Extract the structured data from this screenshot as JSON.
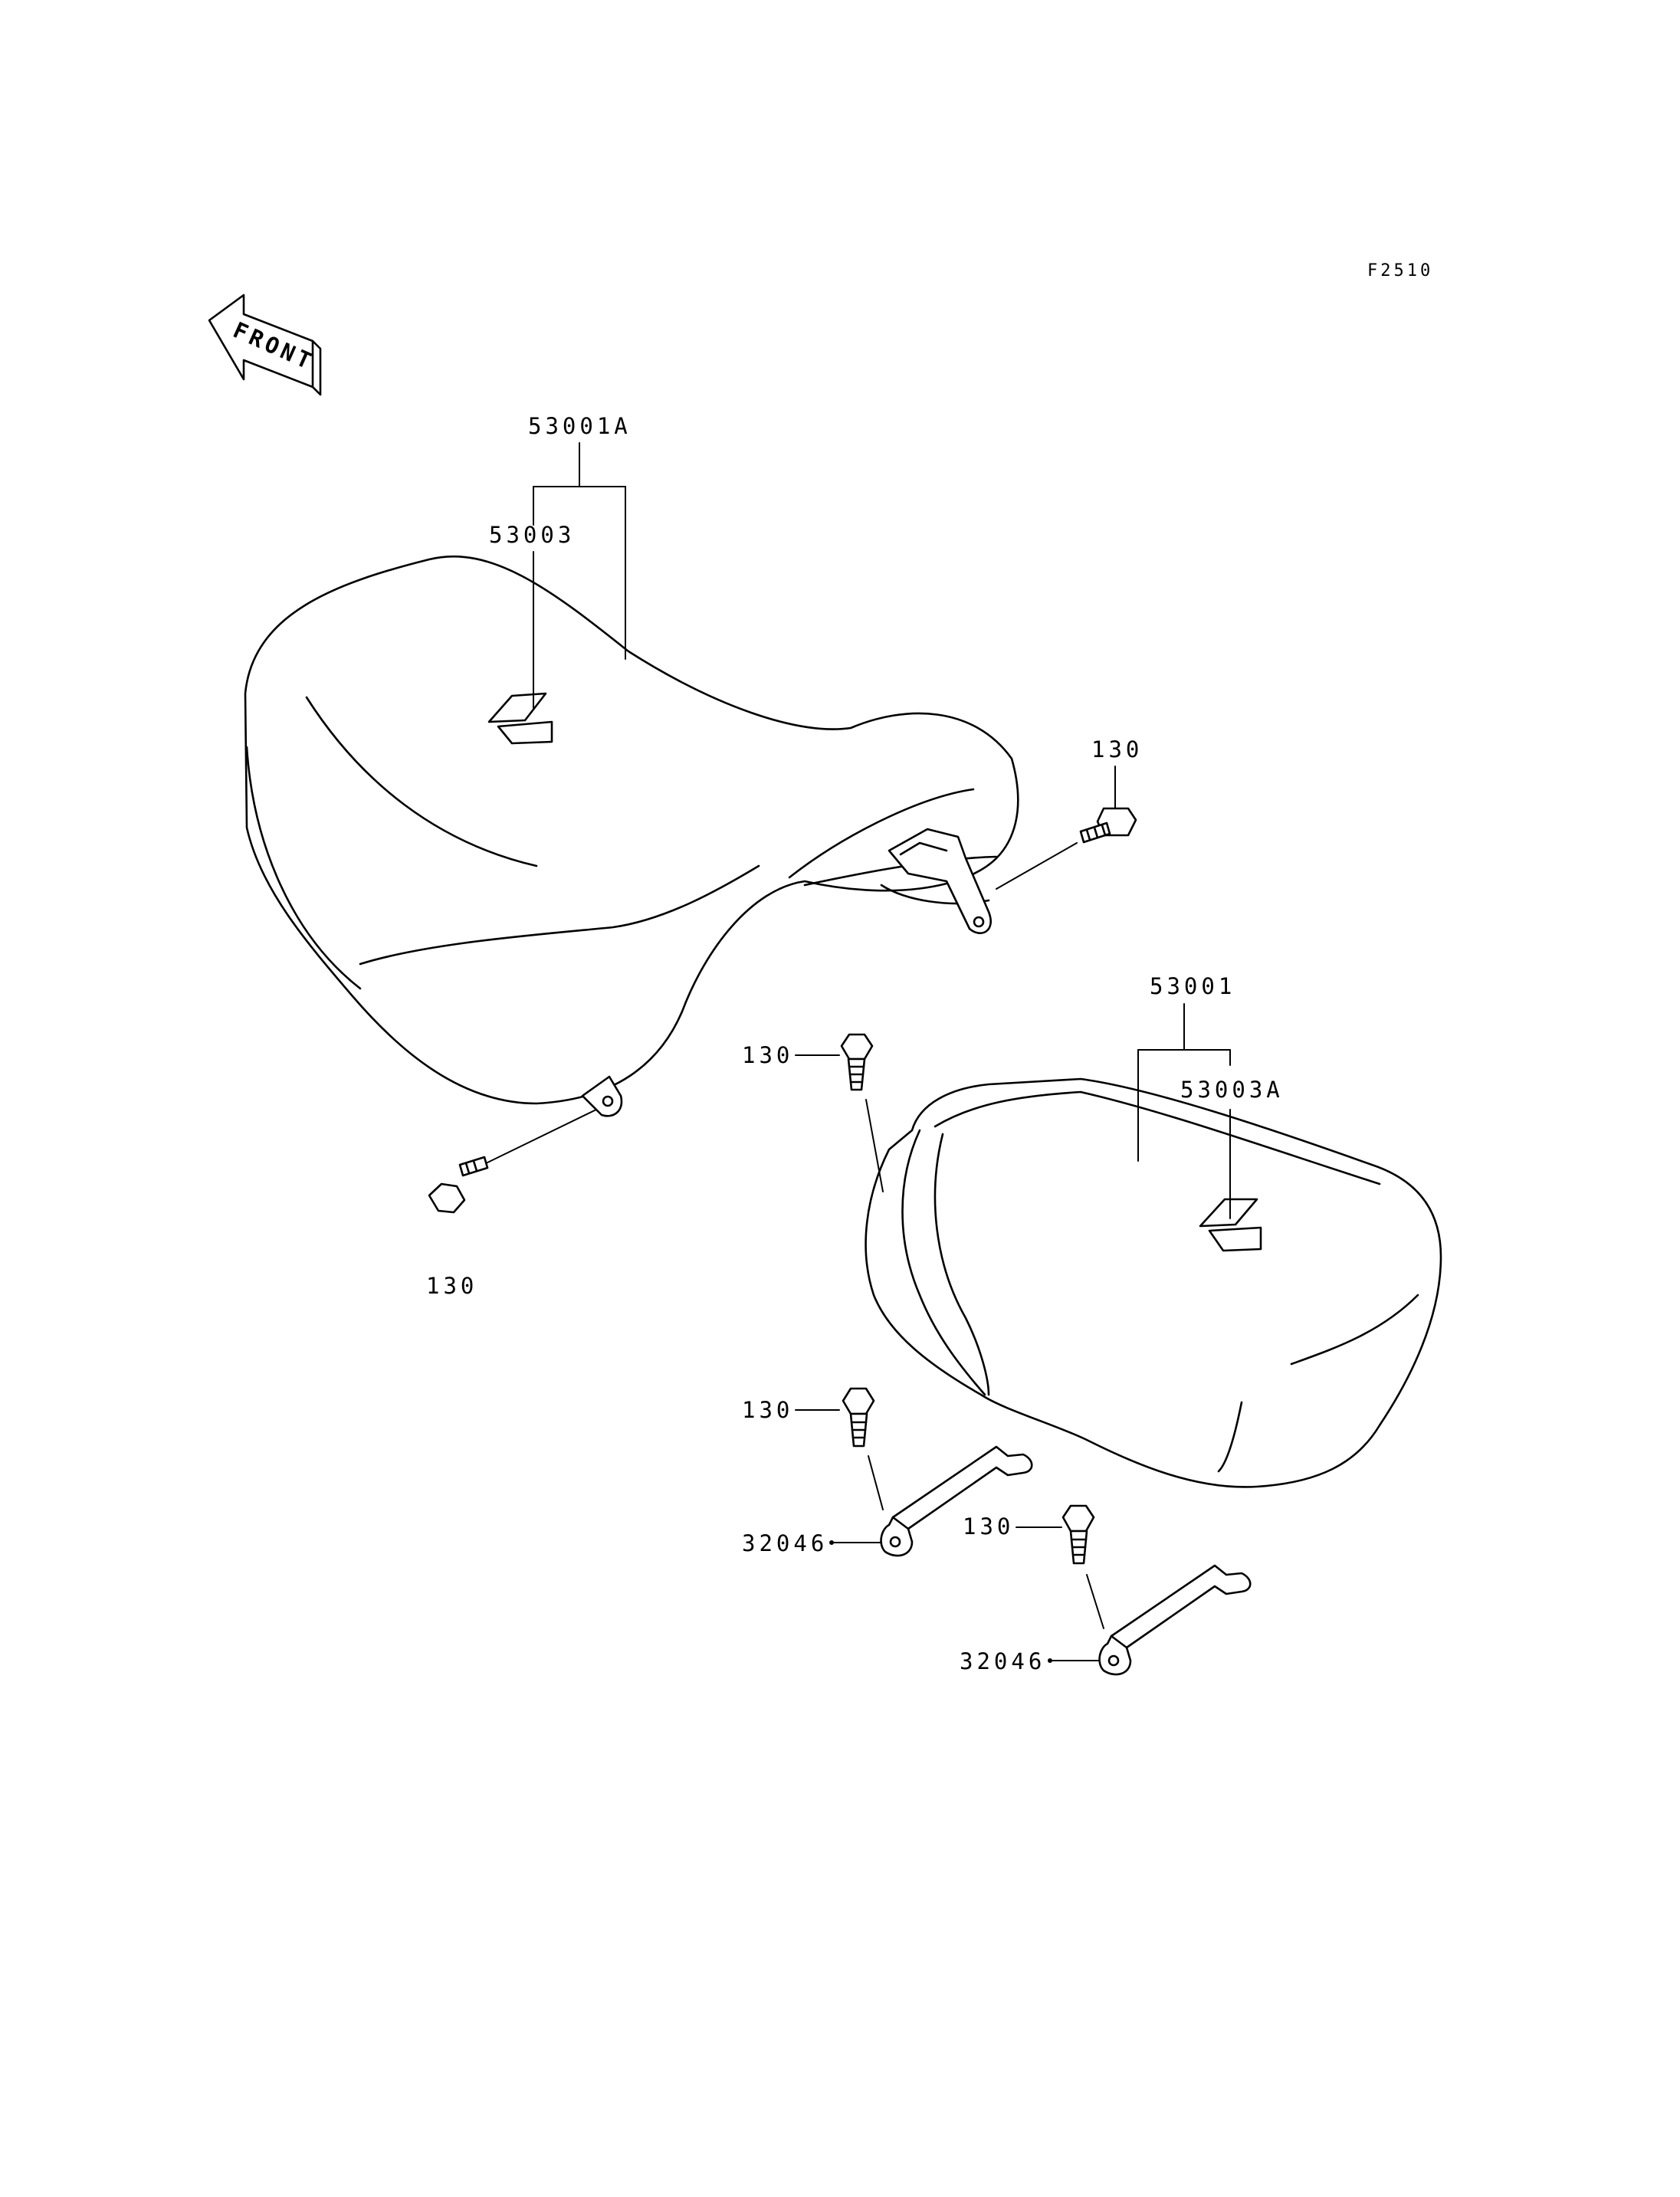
{
  "figure_code": "F2510",
  "front_arrow_label": "FRONT",
  "labels": {
    "rider_seat_assy": "53001A",
    "rider_seat_cover": "53003",
    "pillion_seat_assy": "53001",
    "pillion_seat_cover": "53003A",
    "bolt_front_right": "130",
    "bolt_front_left": "130",
    "bolt_rear_top": "130",
    "bolt_rear_mid": "130",
    "bolt_rear_right": "130",
    "bracket_left": "32046",
    "bracket_right": "32046"
  }
}
